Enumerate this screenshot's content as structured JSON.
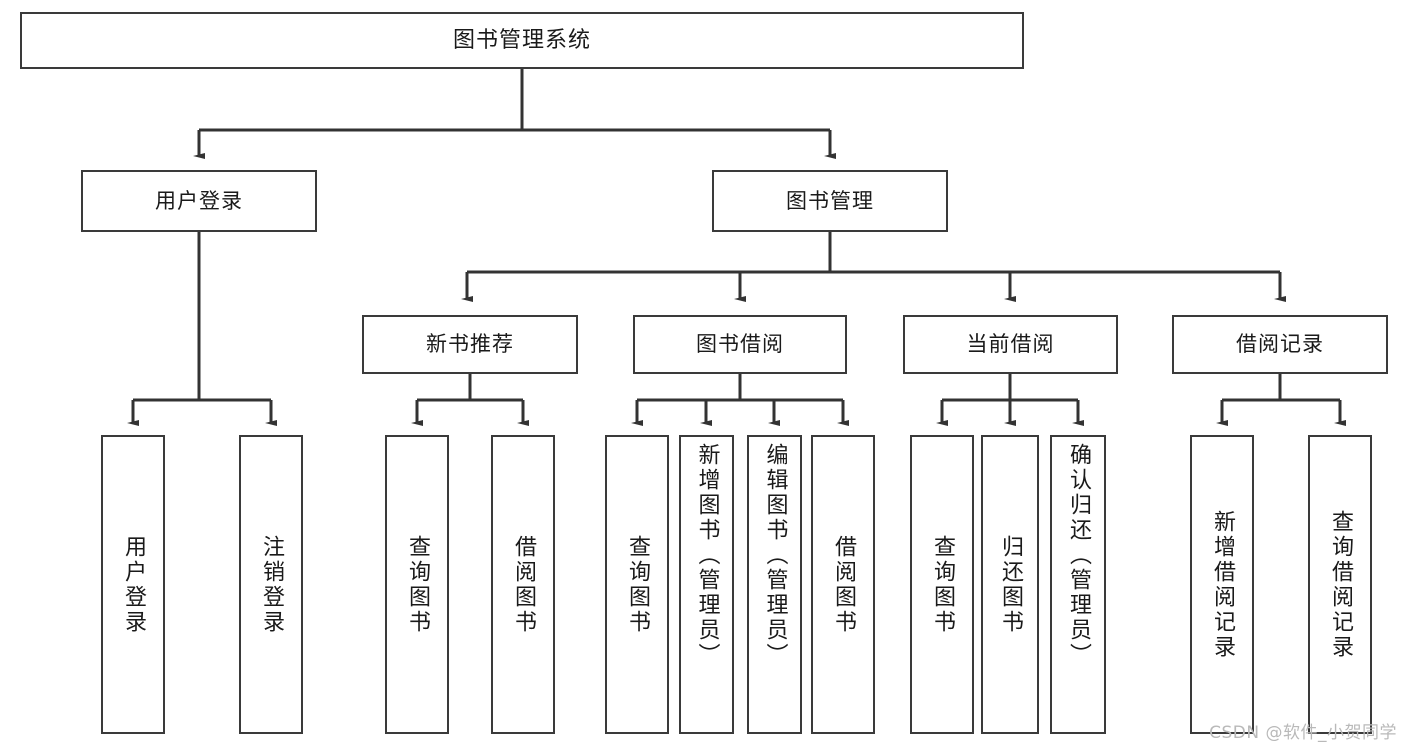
{
  "diagram": {
    "title": "图书管理系统",
    "type": "tree-hierarchy",
    "watermark": "CSDN @软件_小贺同学",
    "colors": {
      "box_border": "#3a3a3a",
      "box_fill": "#ffffff",
      "edge": "#333333",
      "text": "#1a1a1a",
      "watermark": "#b9b9b9"
    },
    "nodes": {
      "root": {
        "label": "图书管理系统"
      },
      "level2": [
        {
          "id": "user-login",
          "label": "用户登录"
        },
        {
          "id": "book-manage",
          "label": "图书管理"
        }
      ],
      "level3": [
        {
          "id": "new-book-rec",
          "label": "新书推荐"
        },
        {
          "id": "book-borrow",
          "label": "图书借阅"
        },
        {
          "id": "current-borrow",
          "label": "当前借阅"
        },
        {
          "id": "borrow-record",
          "label": "借阅记录"
        }
      ],
      "leaves": {
        "user_login": [
          {
            "id": "leaf-user-login",
            "label": "用户登录"
          },
          {
            "id": "leaf-logout-login",
            "label": "注销登录"
          }
        ],
        "new_book_rec": [
          {
            "id": "leaf-query-book-1",
            "label": "查询图书"
          },
          {
            "id": "leaf-borrow-book-1",
            "label": "借阅图书"
          }
        ],
        "book_borrow": [
          {
            "id": "leaf-query-book-2",
            "label": "查询图书"
          },
          {
            "id": "leaf-add-book",
            "label": "新增图书（管理员）"
          },
          {
            "id": "leaf-edit-book",
            "label": "编辑图书（管理员）"
          },
          {
            "id": "leaf-borrow-book-2",
            "label": "借阅图书"
          }
        ],
        "current_borrow": [
          {
            "id": "leaf-query-book-3",
            "label": "查询图书"
          },
          {
            "id": "leaf-return-book",
            "label": "归还图书"
          },
          {
            "id": "leaf-confirm-return",
            "label": "确认归还（管理员）"
          }
        ],
        "borrow_record": [
          {
            "id": "leaf-add-record",
            "label": "新增借阅记录"
          },
          {
            "id": "leaf-query-record",
            "label": "查询借阅记录"
          }
        ]
      }
    }
  }
}
